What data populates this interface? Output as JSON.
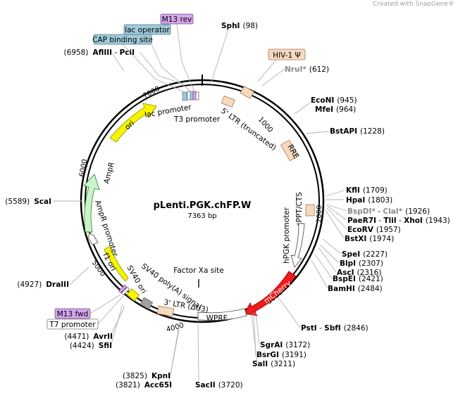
{
  "watermark": "Created with SnapGene®",
  "plasmid": {
    "name": "pLenti.PGK.chFP.W",
    "size": "7363 bp"
  },
  "ticks": [
    "1000",
    "2000",
    "3000",
    "4000",
    "5000",
    "6000",
    "7000"
  ],
  "feature_boxes": {
    "m13rev": "M13 rev",
    "lac_operator": "lac operator",
    "cap_site": "CAP binding site",
    "hiv": "HIV-1 Ψ",
    "m13fwd": "M13 fwd",
    "t7": "T7 promoter"
  },
  "features": {
    "ltr5": "5' LTR (truncated)",
    "rre": "RRE",
    "cppt": "cPPT/CTS",
    "hpgk": "hPGK promoter",
    "mcherry": "mCherry",
    "wpre": "WPRE",
    "ltr3": "3' LTR (ΔU3)",
    "sv40polya": "SV40 poly(A) signal",
    "sv40ori": "SV40 ori",
    "f1ori": "f1 ori",
    "ampr_promoter": "AmpR promoter",
    "ampr": "AmpR",
    "ori": "ori",
    "lac_promoter": "lac promoter",
    "t3_promoter": "T3 promoter",
    "factor_xa": "Factor Xa site"
  },
  "sites": {
    "sphi": {
      "name": "SphI",
      "pos": "(98)"
    },
    "nrui": {
      "name": "NruI*",
      "pos": "(612)"
    },
    "econi": {
      "name": "EcoNI",
      "pos": "(945)"
    },
    "mfei": {
      "name": "MfeI",
      "pos": "(964)"
    },
    "bstapi": {
      "name": "BstAPI",
      "pos": "(1228)"
    },
    "kfli": {
      "name": "KflI",
      "pos": "(1709)"
    },
    "hpai": {
      "name": "HpaI",
      "pos": "(1803)"
    },
    "bspdi": {
      "name": "BspDI*",
      "sep": " - ",
      "name2": "ClaI*",
      "pos": "(1926)"
    },
    "paer7i": {
      "name": "PaeR7I",
      "sep": " - ",
      "name2": "TliI",
      "sep2": " - ",
      "name3": "XhoI",
      "pos": "(1943)"
    },
    "ecorv": {
      "name": "EcoRV",
      "pos": "(1957)"
    },
    "bstxi": {
      "name": "BstXI",
      "pos": "(1974)"
    },
    "spei": {
      "name": "SpeI",
      "pos": "(2227)"
    },
    "blpi": {
      "name": "BlpI",
      "pos": "(2307)"
    },
    "asci": {
      "name": "AscI",
      "pos": "(2316)"
    },
    "bspei": {
      "name": "BspEI",
      "pos": "(2421)"
    },
    "bamhi": {
      "name": "BamHI",
      "pos": "(2484)"
    },
    "psti": {
      "name": "PstI",
      "sep": " - ",
      "name2": "SbfI",
      "pos": "(2846)"
    },
    "sgrai": {
      "name": "SgrAI",
      "pos": "(3172)"
    },
    "bsrgi": {
      "name": "BsrGI",
      "pos": "(3191)"
    },
    "sali": {
      "name": "SalI",
      "pos": "(3211)"
    },
    "sacii": {
      "name": "SacII",
      "pos": "(3720)"
    },
    "kpni": {
      "name": "KpnI",
      "pos": "(3825)"
    },
    "acc65i": {
      "name": "Acc65I",
      "pos": "(3821)"
    },
    "avrii": {
      "name": "AvrII",
      "pos": "(4471)"
    },
    "sfii": {
      "name": "SfiI",
      "pos": "(4424)"
    },
    "draiii": {
      "name": "DraIII",
      "pos": "(4927)"
    },
    "scai": {
      "name": "ScaI",
      "pos": "(5589)"
    },
    "afliii": {
      "name": "AflIII",
      "sep": " - ",
      "name2": "PciI",
      "pos": "(6958)"
    }
  },
  "colors": {
    "ltr": "#f7d9bf",
    "mcherry": "#ee1c1c",
    "yellow": "#f5f500",
    "ampr": "#c9f5c9",
    "m13": "#d4a6ec",
    "operator": "#9fcad9",
    "white": "#ffffff",
    "gray": "#a0a0a0"
  }
}
